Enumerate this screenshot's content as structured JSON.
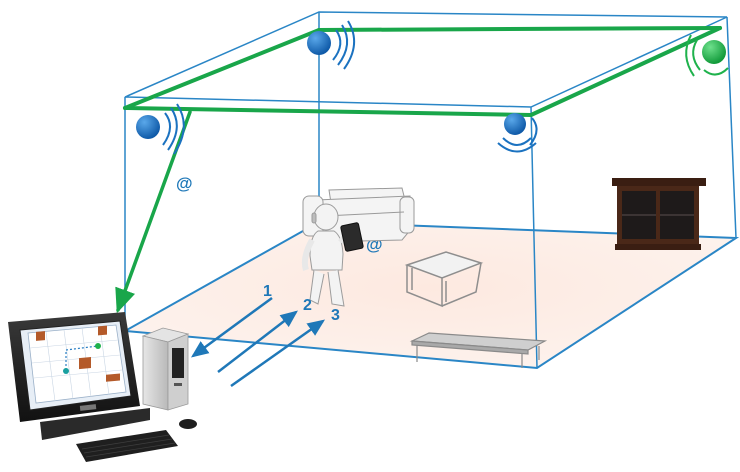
{
  "arrow_labels": [
    "1",
    "2",
    "3"
  ],
  "at_symbols": [
    "@",
    "@"
  ],
  "colors": {
    "room_edge": "#2a86c6",
    "network_line": "#19a64a",
    "sensor_blue": "#1b72c0",
    "sensor_green": "#1fb24c",
    "floor": "#fbece4",
    "screen_bg": "#e7eef6"
  },
  "icons": [
    "sensor-icon",
    "person-with-tablet-icon",
    "sofa-icon",
    "cabinet-icon",
    "coffee-table-icon",
    "desktop-computer-icon",
    "keyboard-icon",
    "mouse-icon"
  ]
}
